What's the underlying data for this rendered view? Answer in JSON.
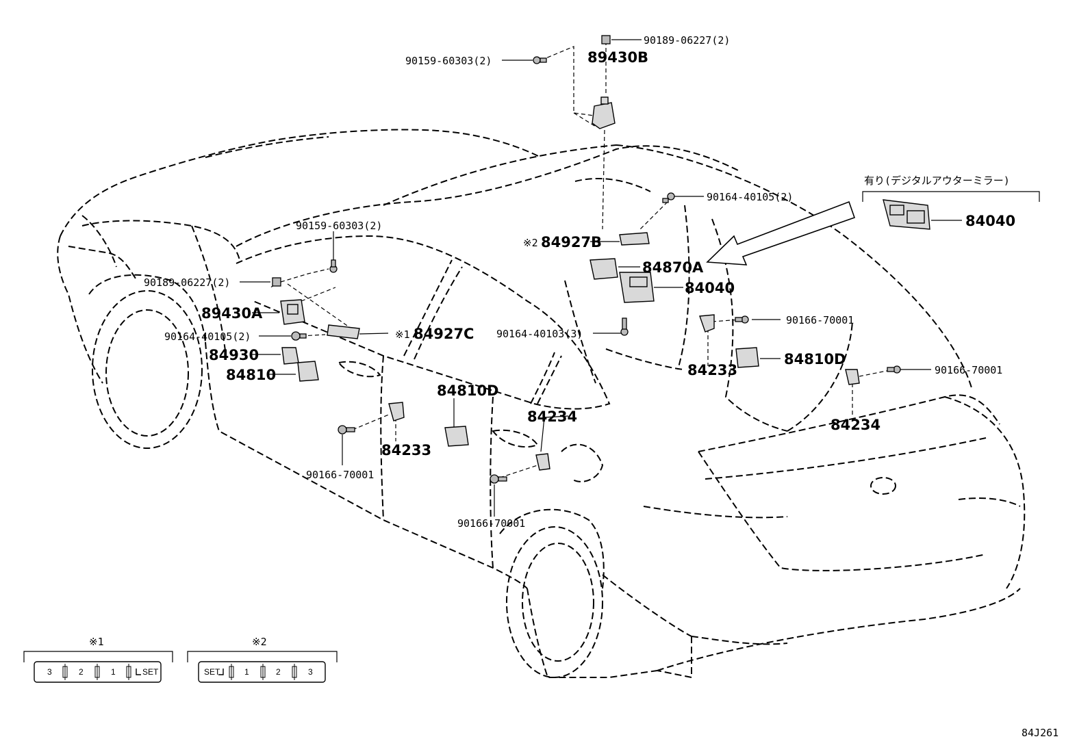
{
  "diagram_id": "84J261",
  "option_header": "有り(デジタルアウターミラー)",
  "notes": {
    "n1": "※1",
    "n2": "※2",
    "n1_mark": "※1",
    "n2_mark": "※2"
  },
  "note1_buttons": [
    "3",
    "2",
    "1",
    "SET"
  ],
  "note2_buttons": [
    "SET",
    "1",
    "2",
    "3"
  ],
  "labels": {
    "p90189_top": "90189-06227(2)",
    "p90159_top": "90159-60303(2)",
    "p89430B": "89430B",
    "p90164_top": "90164-40105(2)",
    "p84040_opt": "84040",
    "p84927B": "84927B",
    "p84870A": "84870A",
    "p84040": "84040",
    "p90159_left": "90159-60303(2)",
    "p90189_left": "90189-06227(2)",
    "p89430A": "89430A",
    "p90164_left": "90164-40105(2)",
    "p84927C": "84927C",
    "p84930": "84930",
    "p84810": "84810",
    "p90164_mid": "90164-40103(3)",
    "p90166_r1": "90166-70001",
    "p84233_r": "84233",
    "p84810D_r": "84810D",
    "p90166_r2": "90166-70001",
    "p84234_r": "84234",
    "p84810D_m": "84810D",
    "p84234_m": "84234",
    "p84233_m": "84233",
    "p90166_ml": "90166-70001",
    "p90166_mb": "90166-70001"
  }
}
